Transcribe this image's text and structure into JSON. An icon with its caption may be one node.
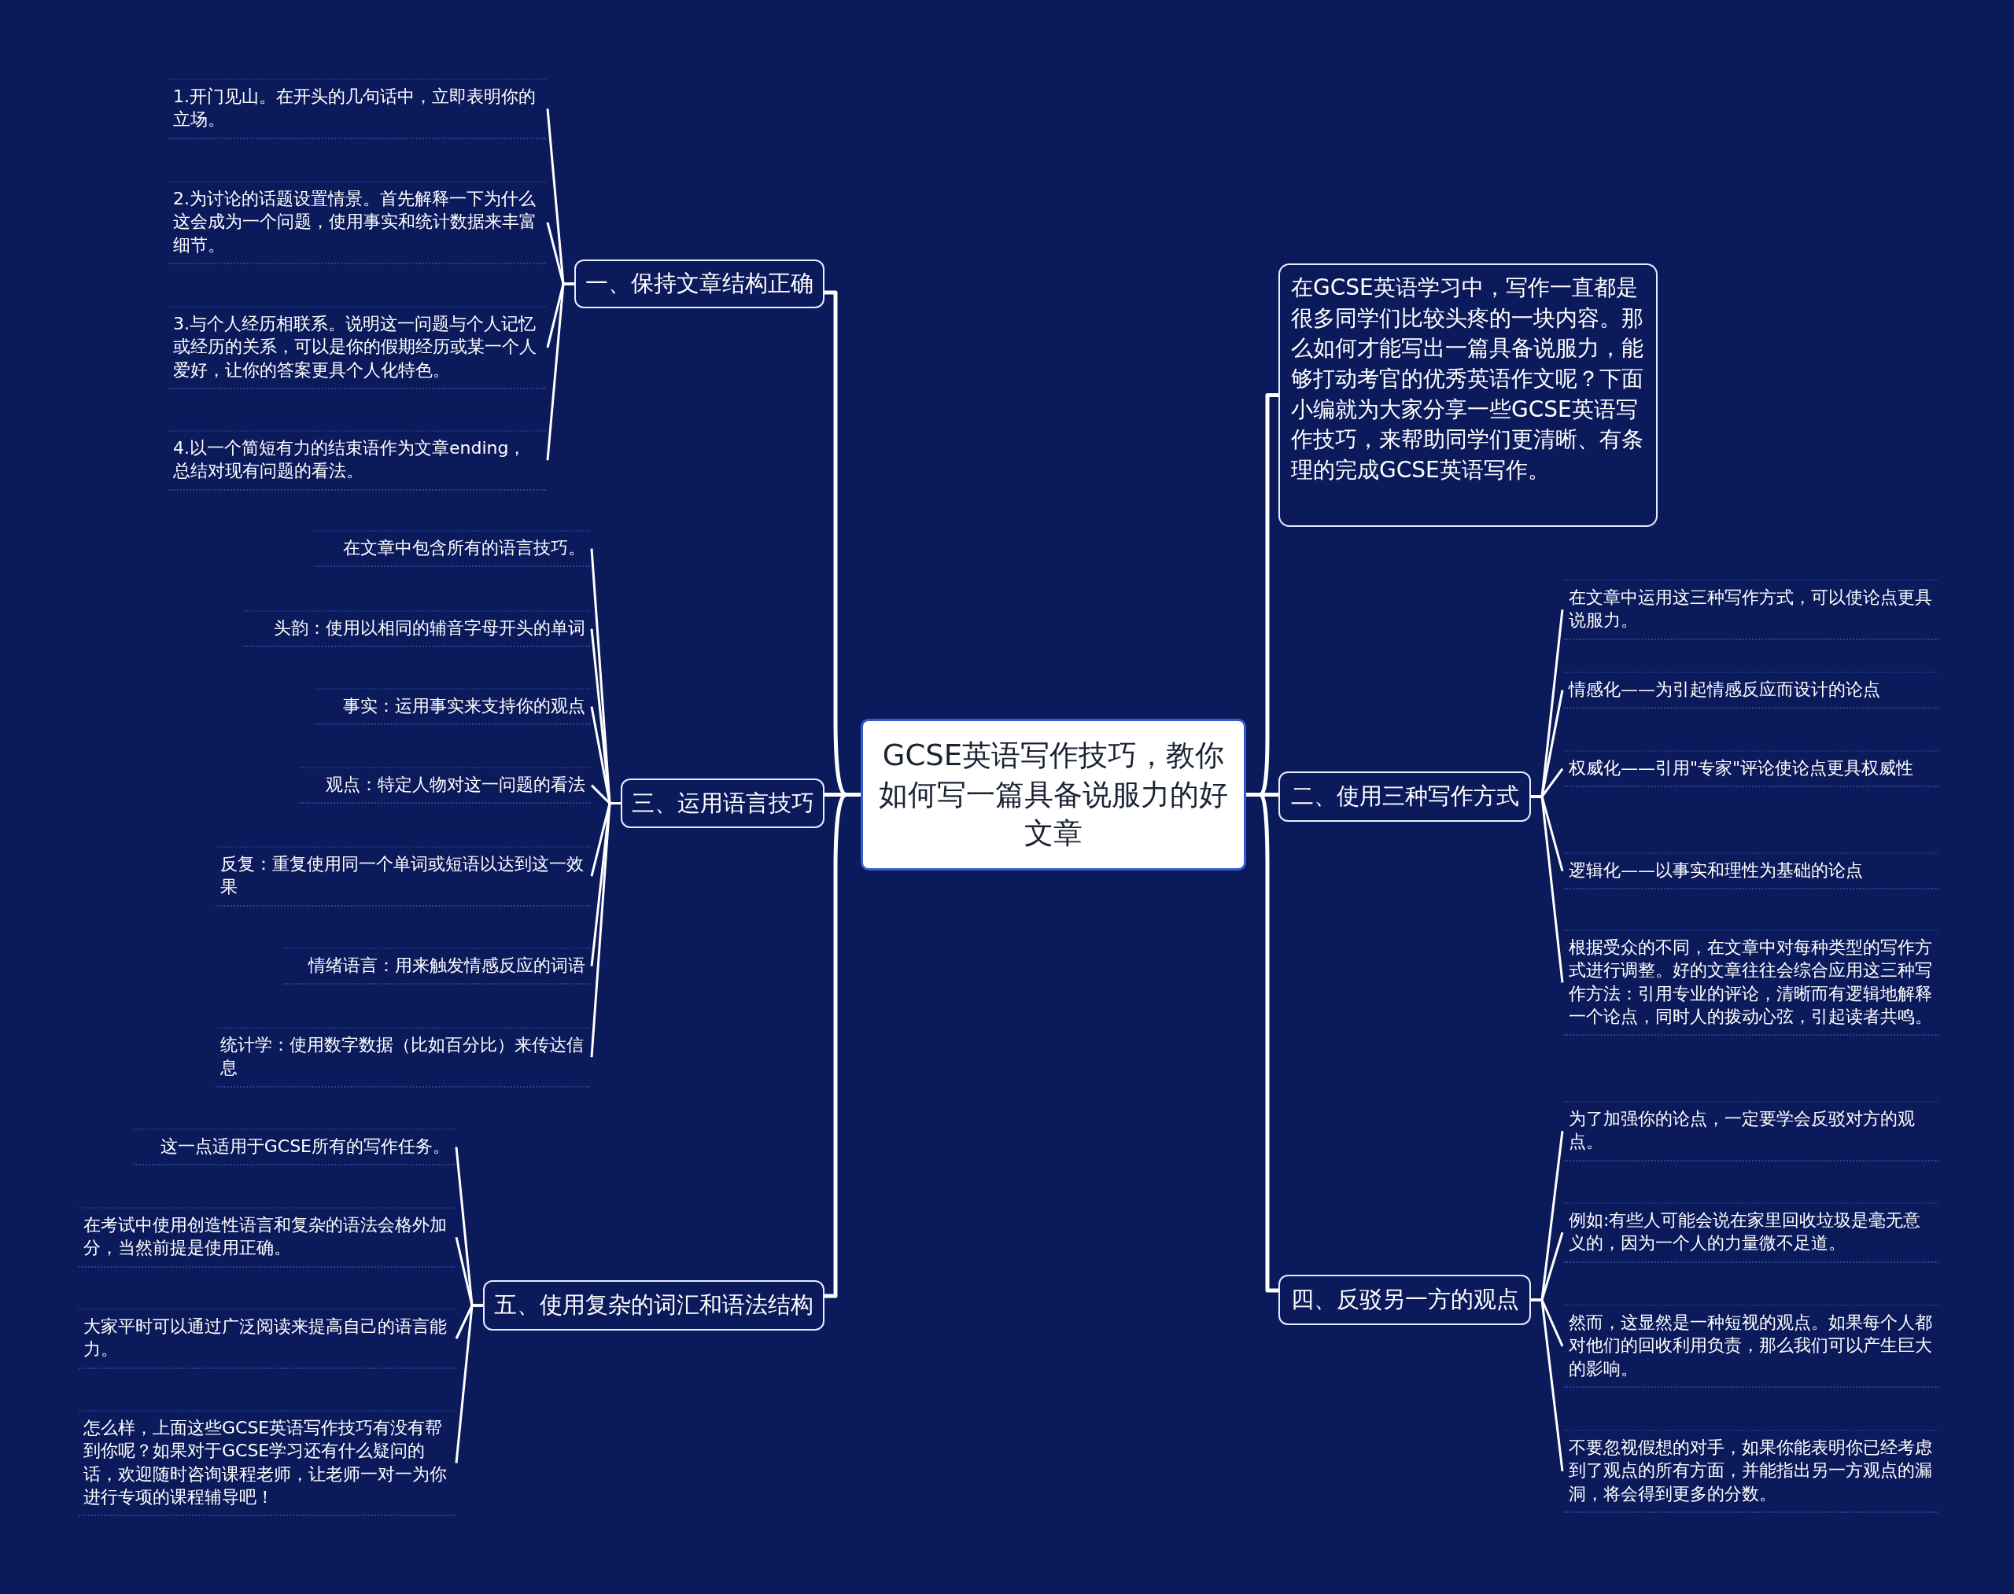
{
  "diagram": {
    "nodes": [
      {
        "text": [
          "GCSE英语写作技巧，教你如何写一篇具备说服力的好文章"
        ]
      },
      {
        "text": [
          "一、保持文章结构正确"
        ]
      },
      {
        "text": [
          "1.开门见山。在开头的几句话中，立即表明你的立场。"
        ]
      },
      {
        "text": [
          "2.为讨论的话题设置情景。首先解释一下为什么这会成为一个问题，使用事实和统计数据来丰富细节。"
        ]
      },
      {
        "text": [
          "3.与个人经历相联系。说明这一问题与个人记忆或经历的关系，可以是你的假期经历或某一个人爱好，让你的答案更具个人化特色。"
        ]
      },
      {
        "text": [
          "4.以一个简短有力的结束语作为文章ending，总结对现有问题的看法。"
        ]
      },
      {
        "text": [
          "三、运用语言技巧"
        ]
      },
      {
        "text": [
          "在文章中包含所有的语言技巧。"
        ]
      },
      {
        "text": [
          "头韵：使用以相同的辅音字母开头的单词"
        ]
      },
      {
        "text": [
          "事实：运用事实来支持你的观点"
        ]
      },
      {
        "text": [
          "观点：特定人物对这一问题的看法"
        ]
      },
      {
        "text": [
          "反复：重复使用同一个单词或短语以达到这一效果"
        ]
      },
      {
        "text": [
          "情绪语言：用来触发情感反应的词语"
        ]
      },
      {
        "text": [
          "统计学：使用数字数据（比如百分比）来传达信息"
        ]
      },
      {
        "text": [
          "五、使用复杂的词汇和语法结构"
        ]
      },
      {
        "text": [
          "这一点适用于GCSE所有的写作任务。"
        ]
      },
      {
        "text": [
          "在考试中使用创造性语言和复杂的语法会格外加分，当然前提是使用正确。"
        ]
      },
      {
        "text": [
          "大家平时可以通过广泛阅读来提高自己的语言能力。"
        ]
      },
      {
        "text": [
          "怎么样，上面这些GCSE英语写作技巧有没有帮到你呢？如果对于GCSE学习还有什么疑问的话，欢迎随时咨询课程老师，让老师一对一为你进行专项的课程辅导吧！"
        ]
      },
      {
        "text": [
          "在GCSE英语学习中，写作一直都是很多同学们比较头疼的一块内容。那么如何才能写出一篇具备说服力，能够打动考官的优秀英语作文呢？下面小编就为大家分享一些GCSE英语写作技巧，来帮助同学们更清晰、有条理的完成GCSE英语写作。"
        ]
      },
      {
        "text": [
          "二、使用三种写作方式"
        ]
      },
      {
        "text": [
          "在文章中运用这三种写作方式，可以使论点更具说服力。"
        ]
      },
      {
        "text": [
          "情感化——为引起情感反应而设计的论点"
        ]
      },
      {
        "text": [
          "权威化——引用\"专家\"评论使论点更具权威性"
        ]
      },
      {
        "text": [
          "逻辑化——以事实和理性为基础的论点"
        ]
      },
      {
        "text": [
          "根据受众的不同，在文章中对每种类型的写作方式进行调整。好的文章往往会综合应用这三种写作方法：引用专业的评论，清晰而有逻辑地解释一个论点，同时人的拨动心弦，引起读者共鸣。"
        ]
      },
      {
        "text": [
          "四、反驳另一方的观点"
        ]
      },
      {
        "text": [
          "为了加强你的论点，一定要学会反驳对方的观点。"
        ]
      },
      {
        "text": [
          "例如:有些人可能会说在家里回收垃圾是毫无意义的，因为一个人的力量微不足道。"
        ]
      },
      {
        "text": [
          "然而，这显然是一种短视的观点。如果每个人都对他们的回收利用负责，那么我们可以产生巨大的影响。"
        ]
      },
      {
        "text": [
          "不要忽视假想的对手，如果你能表明你已经考虑到了观点的所有方面，并能指出另一方观点的漏洞，将会得到更多的分数。"
        ]
      }
    ],
    "edges": [
      {
        "from": 0,
        "to": 1,
        "arrow": "none"
      },
      {
        "from": 1,
        "to": 2,
        "arrow": "none"
      },
      {
        "from": 1,
        "to": 3,
        "arrow": "none"
      },
      {
        "from": 1,
        "to": 4,
        "arrow": "none"
      },
      {
        "from": 1,
        "to": 5,
        "arrow": "none"
      },
      {
        "from": 0,
        "to": 6,
        "arrow": "none"
      },
      {
        "from": 6,
        "to": 7,
        "arrow": "none"
      },
      {
        "from": 6,
        "to": 8,
        "arrow": "none"
      },
      {
        "from": 6,
        "to": 9,
        "arrow": "none"
      },
      {
        "from": 6,
        "to": 10,
        "arrow": "none"
      },
      {
        "from": 6,
        "to": 11,
        "arrow": "none"
      },
      {
        "from": 6,
        "to": 12,
        "arrow": "none"
      },
      {
        "from": 6,
        "to": 13,
        "arrow": "none"
      },
      {
        "from": 0,
        "to": 14,
        "arrow": "none"
      },
      {
        "from": 14,
        "to": 15,
        "arrow": "none"
      },
      {
        "from": 14,
        "to": 16,
        "arrow": "none"
      },
      {
        "from": 14,
        "to": 17,
        "arrow": "none"
      },
      {
        "from": 14,
        "to": 18,
        "arrow": "none"
      },
      {
        "from": 0,
        "to": 19,
        "arrow": "none"
      },
      {
        "from": 0,
        "to": 20,
        "arrow": "none"
      },
      {
        "from": 20,
        "to": 21,
        "arrow": "none"
      },
      {
        "from": 20,
        "to": 22,
        "arrow": "none"
      },
      {
        "from": 20,
        "to": 23,
        "arrow": "none"
      },
      {
        "from": 20,
        "to": 24,
        "arrow": "none"
      },
      {
        "from": 20,
        "to": 25,
        "arrow": "none"
      },
      {
        "from": 0,
        "to": 26,
        "arrow": "none"
      },
      {
        "from": 26,
        "to": 27,
        "arrow": "none"
      },
      {
        "from": 26,
        "to": 28,
        "arrow": "none"
      },
      {
        "from": 26,
        "to": 29,
        "arrow": "none"
      },
      {
        "from": 26,
        "to": 30,
        "arrow": "none"
      }
    ]
  }
}
